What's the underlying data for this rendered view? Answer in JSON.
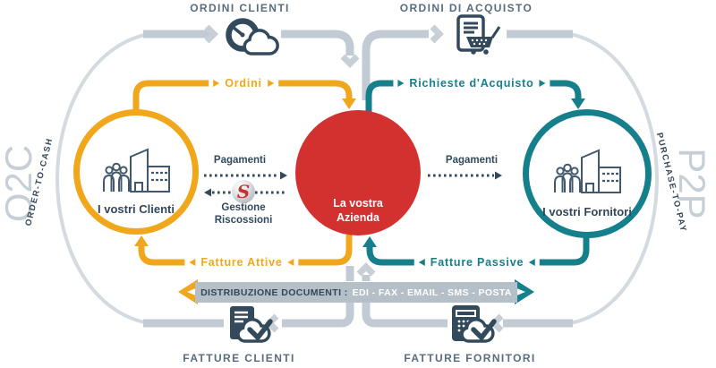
{
  "diagram": {
    "top_left": "ORDINI CLIENTI",
    "top_right": "ORDINI DI ACQUISTO",
    "bottom_left": "FATTURE CLIENTI",
    "bottom_right": "FATTURE FORNITORI",
    "left": {
      "acronym": "O2C",
      "label": "ORDER-TO-CASH"
    },
    "right": {
      "acronym": "P2P",
      "label": "PURCHASE-TO-PAY"
    },
    "circles": {
      "clients": "I vostri Clienti",
      "company1": "La vostra",
      "company2": "Azienda",
      "suppliers": "I vostri Fornitori"
    },
    "flows": {
      "ordini": "Ordini",
      "richieste": "Richieste d'Acquisto",
      "fatture_attive": "Fatture Attive",
      "fatture_passive": "Fatture Passive"
    },
    "payments": {
      "left_label": "Pagamenti",
      "right_label": "Pagamenti",
      "gestione1": "Gestione",
      "gestione2": "Riscossioni"
    },
    "banner": {
      "title": "DISTRIBUZIONE DOCUMENTI :",
      "channels": "EDI - FAX - EMAIL - SMS - POSTA"
    },
    "logo_letter": "S",
    "colors": {
      "yellow": "#F1A71B",
      "teal": "#157F8C",
      "red": "#D23130",
      "navy": "#33475B",
      "gray_line": "#C2CBD3",
      "light_arc": "#D3DAE0",
      "banner_gray": "#B5BFC8"
    }
  }
}
